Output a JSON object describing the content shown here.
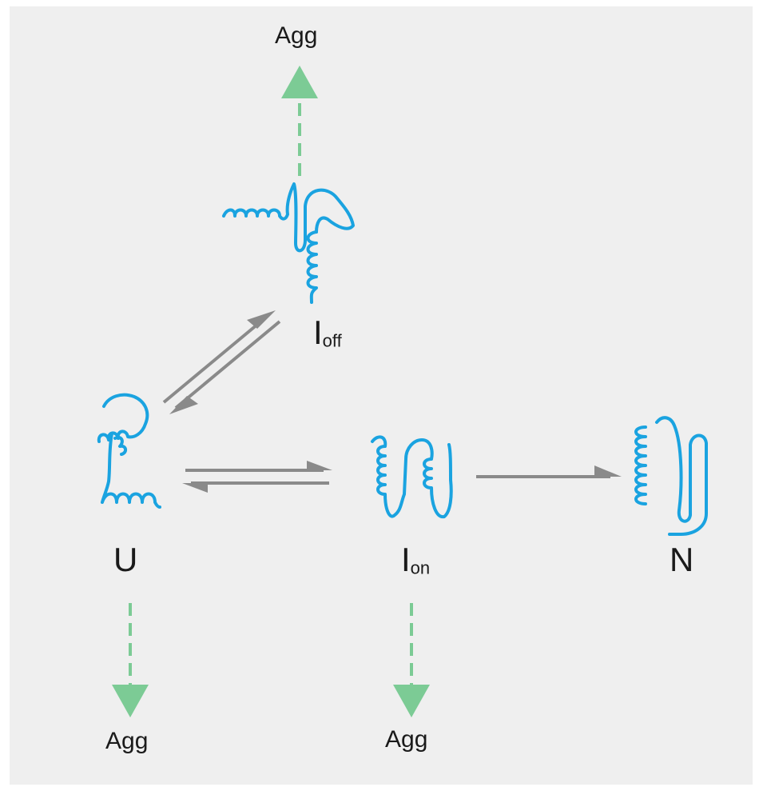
{
  "diagram": {
    "states": {
      "U": {
        "label": "U"
      },
      "I_off": {
        "label": "I",
        "subscript": "off"
      },
      "I_on": {
        "label": "I",
        "subscript": "on"
      },
      "N": {
        "label": "N"
      }
    },
    "aggregates": {
      "top": "Agg",
      "bottom_left": "Agg",
      "bottom_middle": "Agg"
    },
    "colors": {
      "background": "#efefef",
      "protein_chain": "#1aa3e0",
      "equilibrium_arrow": "#8a8a8a",
      "aggregation_arrow": "#7ccb95",
      "text": "#1a1a1a"
    }
  }
}
